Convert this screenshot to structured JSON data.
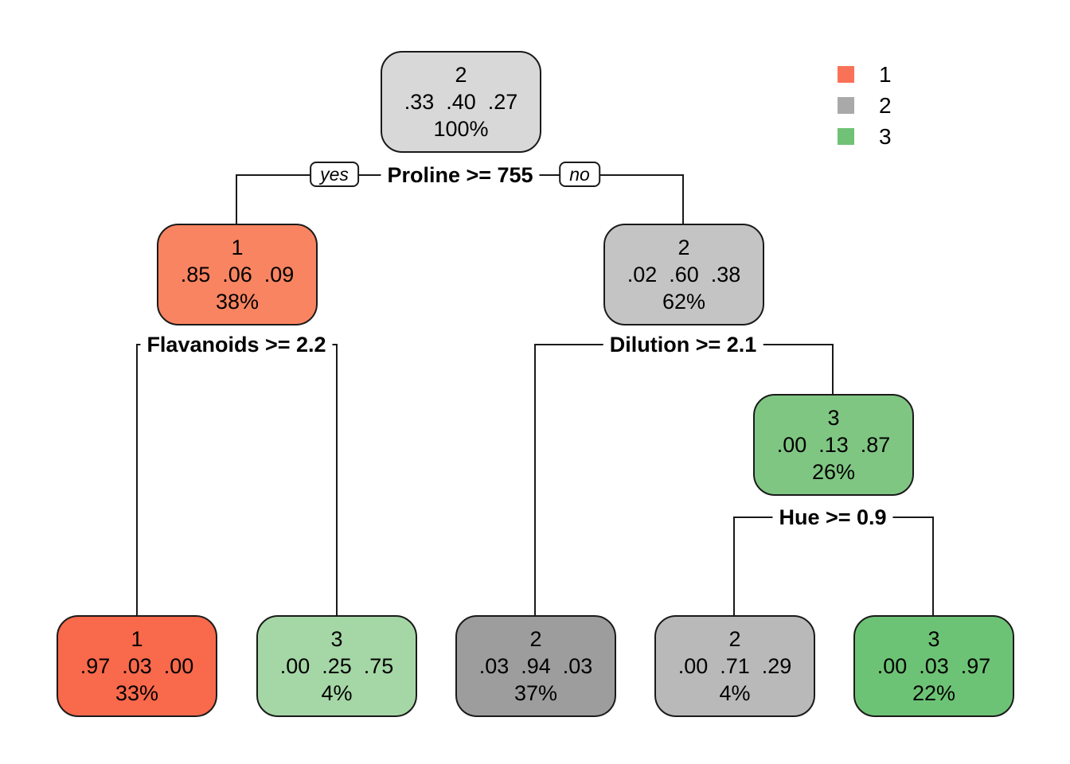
{
  "legend": {
    "items": [
      {
        "label": "1",
        "color": "#F97257"
      },
      {
        "label": "2",
        "color": "#A9A9A9"
      },
      {
        "label": "3",
        "color": "#6FC276"
      }
    ]
  },
  "splits": {
    "proline": {
      "label": "Proline >= 755",
      "yes": "yes",
      "no": "no"
    },
    "flavanoids": {
      "label": "Flavanoids >= 2.2"
    },
    "dilution": {
      "label": "Dilution >= 2.1"
    },
    "hue": {
      "label": "Hue >= 0.9"
    }
  },
  "nodes": {
    "root": {
      "class": "2",
      "probs": ".33  .40  .27",
      "pct": "100%",
      "color": "#D8D8D8"
    },
    "n2": {
      "class": "1",
      "probs": ".85  .06  .09",
      "pct": "38%",
      "color": "#F98461"
    },
    "n3": {
      "class": "2",
      "probs": ".02  .60  .38",
      "pct": "62%",
      "color": "#C4C4C4"
    },
    "n7": {
      "class": "3",
      "probs": ".00  .13  .87",
      "pct": "26%",
      "color": "#7FC682"
    },
    "leaf1": {
      "class": "1",
      "probs": ".97  .03  .00",
      "pct": "33%",
      "color": "#F9694B"
    },
    "leaf2": {
      "class": "3",
      "probs": ".00  .25  .75",
      "pct": "4%",
      "color": "#A5D7A6"
    },
    "leaf3": {
      "class": "2",
      "probs": ".03  .94  .03",
      "pct": "37%",
      "color": "#9D9D9D"
    },
    "leaf4": {
      "class": "2",
      "probs": ".00  .71  .29",
      "pct": "4%",
      "color": "#B9B9B9"
    },
    "leaf5": {
      "class": "3",
      "probs": ".00  .03  .97",
      "pct": "22%",
      "color": "#6DC375"
    }
  }
}
